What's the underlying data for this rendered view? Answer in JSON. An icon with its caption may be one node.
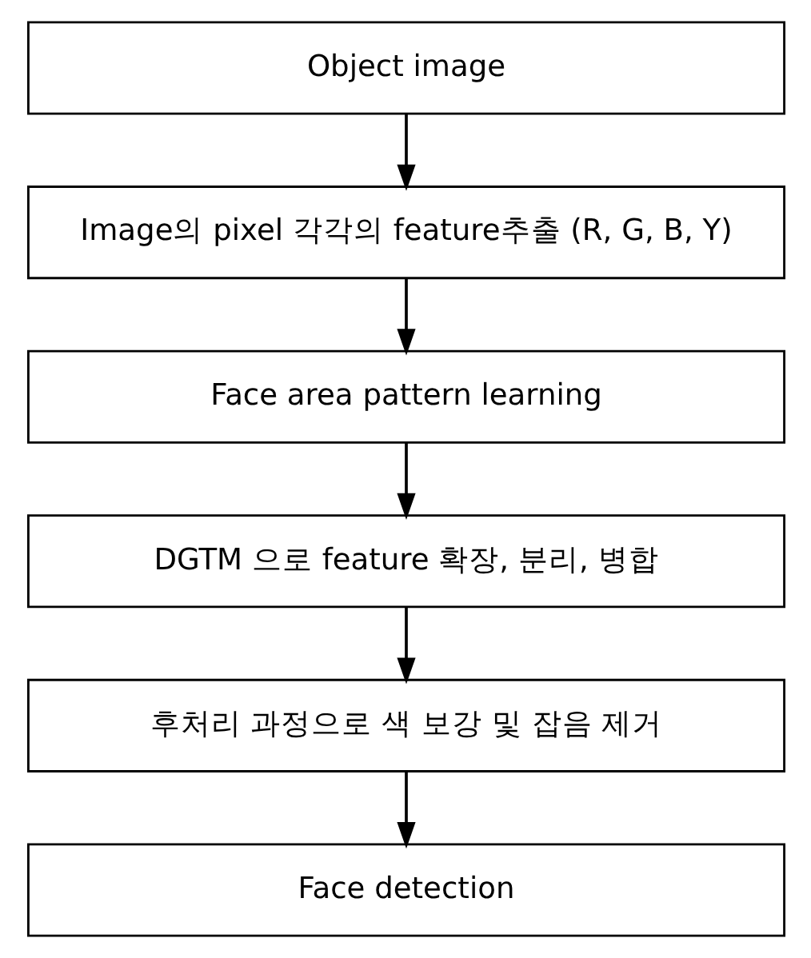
{
  "diagram": {
    "nodes": [
      {
        "text": [
          "Object image"
        ]
      },
      {
        "text": [
          "Image의 pixel 각각의 feature추출 (R, G, B, Y)"
        ]
      },
      {
        "text": [
          "Face area pattern learning"
        ]
      },
      {
        "text": [
          "DGTM 으로 feature 확장, 분리, 병합"
        ]
      },
      {
        "text": [
          "후처리 과정으로 색 보강 및 잡음 제거"
        ]
      },
      {
        "text": [
          "Face detection"
        ]
      }
    ],
    "edges": [
      {
        "from": 0,
        "to": 1,
        "arrow": "to"
      },
      {
        "from": 1,
        "to": 2,
        "arrow": "to"
      },
      {
        "from": 2,
        "to": 3,
        "arrow": "to"
      },
      {
        "from": 3,
        "to": 4,
        "arrow": "to"
      },
      {
        "from": 4,
        "to": 5,
        "arrow": "to"
      }
    ]
  }
}
